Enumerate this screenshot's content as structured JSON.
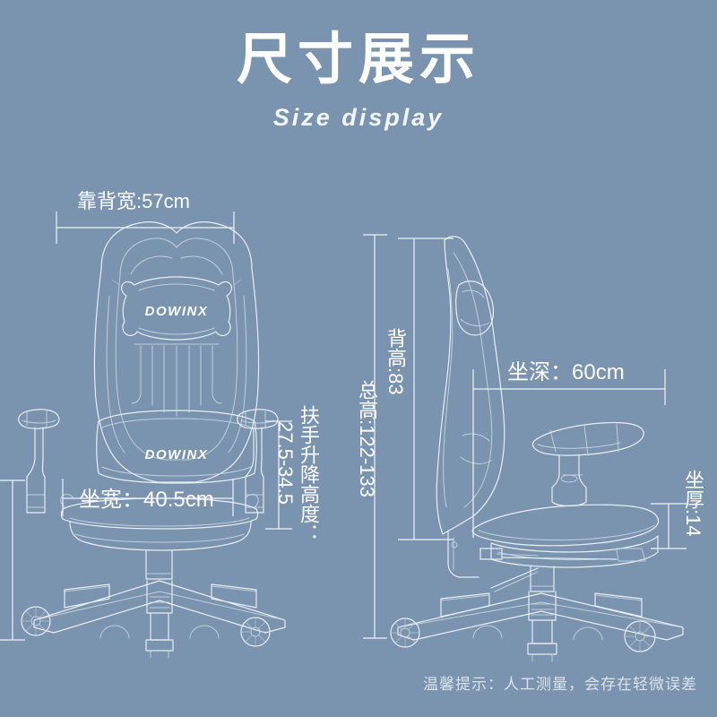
{
  "header": {
    "title": "尺寸展示",
    "subtitle": "Size display"
  },
  "footer": {
    "note": "温馨提示：人工测量，会存在轻微误差"
  },
  "colors": {
    "background": "#7a93ae",
    "line": "#e8eef4",
    "text": "#ffffff"
  },
  "brand": {
    "logo": "DOWINX"
  },
  "dimensions": {
    "backrest_width": "靠背宽:57cm",
    "seat_width": "坐宽：40.5cm",
    "armrest_height_label": "扶手升降高度：",
    "armrest_height_value": "27.5-34.5",
    "total_height": "总高:122-133",
    "back_height": "背高:83",
    "seat_depth": "坐深：60cm",
    "seat_thickness": "坐厚:14"
  },
  "chart_data": {
    "type": "table",
    "title": "尺寸展示 / Size display",
    "categories": [
      "靠背宽",
      "坐宽",
      "扶手升降高度",
      "总高",
      "背高",
      "坐深",
      "坐厚"
    ],
    "values": [
      57,
      40.5,
      "27.5-34.5",
      "122-133",
      83,
      60,
      14
    ],
    "unit": "cm",
    "note": "温馨提示：人工测量，会存在轻微误差"
  }
}
